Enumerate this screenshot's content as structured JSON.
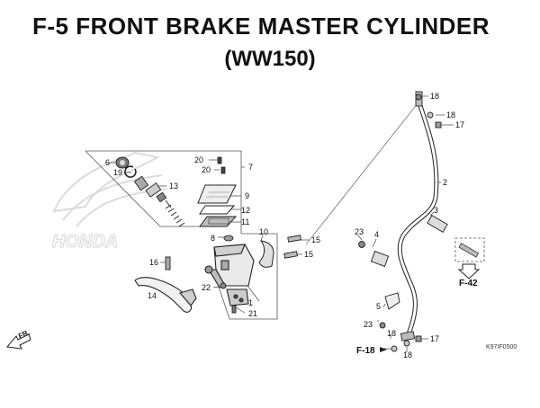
{
  "header": {
    "title_line1": "F-5  FRONT BRAKE MASTER CYLINDER",
    "title_line2": "(WW150)"
  },
  "watermark": {
    "text": "HONDA"
  },
  "callouts": {
    "c1": "1",
    "c2": "2",
    "c3": "3",
    "c4": "4",
    "c5": "5",
    "c6": "6",
    "c7": "7",
    "c8": "8",
    "c9": "9",
    "c10": "10",
    "c11": "11",
    "c12": "12",
    "c13": "13",
    "c14": "14",
    "c15a": "15",
    "c15b": "15",
    "c16": "16",
    "c17a": "17",
    "c17b": "17",
    "c18a": "18",
    "c18b": "18",
    "c18c": "18",
    "c18d": "18",
    "c19": "19",
    "c20a": "20",
    "c20b": "20",
    "c21": "21",
    "c22": "22",
    "c23a": "23",
    "c23b": "23"
  },
  "references": {
    "f42": "F-42",
    "f18": "F-18",
    "front": "FR."
  },
  "catalog_code": "K97IF0500"
}
